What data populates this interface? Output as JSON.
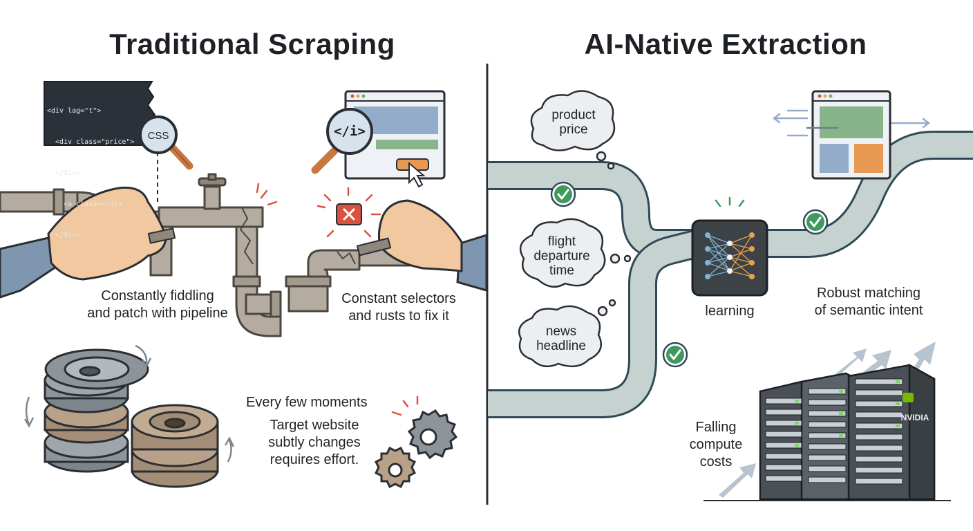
{
  "left_panel": {
    "title": "Traditional Scraping",
    "code_lines": [
      "<div lag=\"t\">",
      "  <div class=\"price\">",
      "  </div>",
      "    <a class=</di>",
      "  </div>"
    ],
    "css_magnifier_label": "CSS",
    "html_magnifier_label": "</i>",
    "caption_fiddling": [
      "Constantly fiddling",
      "and patch with pipeline"
    ],
    "caption_selectors": [
      "Constant selectors",
      "and rusts to fix it"
    ],
    "caption_moments": "Every few moments",
    "caption_changes": [
      "Target website",
      "subtly changes",
      "requires effort."
    ]
  },
  "right_panel": {
    "title": "AI-Native Extraction",
    "bubbles": [
      [
        "product",
        "price"
      ],
      [
        "flight",
        "departure",
        "time"
      ],
      [
        "news",
        "headline"
      ]
    ],
    "model_label": "learning",
    "matching_caption": [
      "Robust matching",
      "of semantic intent"
    ],
    "compute_caption": [
      "Falling",
      "compute",
      "costs"
    ],
    "server_brand": "NVIDIA"
  },
  "colors": {
    "pipe_old": "#b4aca1",
    "pipe_new": "#c5d2d0",
    "check_green": "#3e9a5c",
    "error_red": "#d9523f",
    "gear_gray": "#7d858c",
    "gear_brown": "#a48d76",
    "nvidia_green": "#76b900"
  },
  "icons": [
    "css-magnifier-icon",
    "html-magnifier-icon",
    "error-x-icon",
    "cursor-icon",
    "checkmark-icon",
    "neural-network-icon",
    "server-rack-icon",
    "growth-arrow-icon",
    "gear-icon"
  ]
}
